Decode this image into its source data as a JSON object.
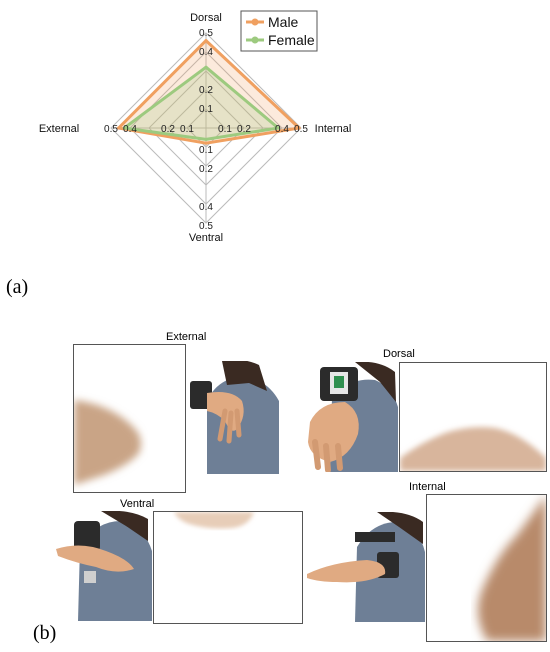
{
  "chart_data": {
    "type": "radar",
    "axes": [
      "Dorsal",
      "Internal",
      "Ventral",
      "External"
    ],
    "scale_min": 0,
    "scale_max": 0.5,
    "rings": [
      0.1,
      0.2,
      0.3,
      0.4,
      0.5
    ],
    "ticks": {
      "Dorsal": [
        "0.1",
        "0.2",
        "0.4",
        "0.5"
      ],
      "Internal": [
        "0.1",
        "0.2",
        "0.4",
        "0.5"
      ],
      "Ventral": [
        "0.1",
        "0.2",
        "0.4",
        "0.5"
      ],
      "External": [
        "0.1",
        "0.2",
        "0.4",
        "0.5"
      ]
    },
    "legend_position": "top-right",
    "series": [
      {
        "name": "Male",
        "color": "#f0a060",
        "values": [
          0.46,
          0.49,
          0.08,
          0.46
        ]
      },
      {
        "name": "Female",
        "color": "#9dca7f",
        "values": [
          0.32,
          0.38,
          0.06,
          0.43
        ]
      }
    ]
  },
  "panels": {
    "a": "(a)",
    "b": "(b)"
  },
  "photos": {
    "external": "External",
    "dorsal": "Dorsal",
    "ventral": "Ventral",
    "internal": "Internal"
  },
  "colors": {
    "grid": "#bbbbbb",
    "shirt": "#6e7f96",
    "skin": "#e0aa82",
    "hair": "#3a2a22",
    "device": "#2b2b2b"
  }
}
